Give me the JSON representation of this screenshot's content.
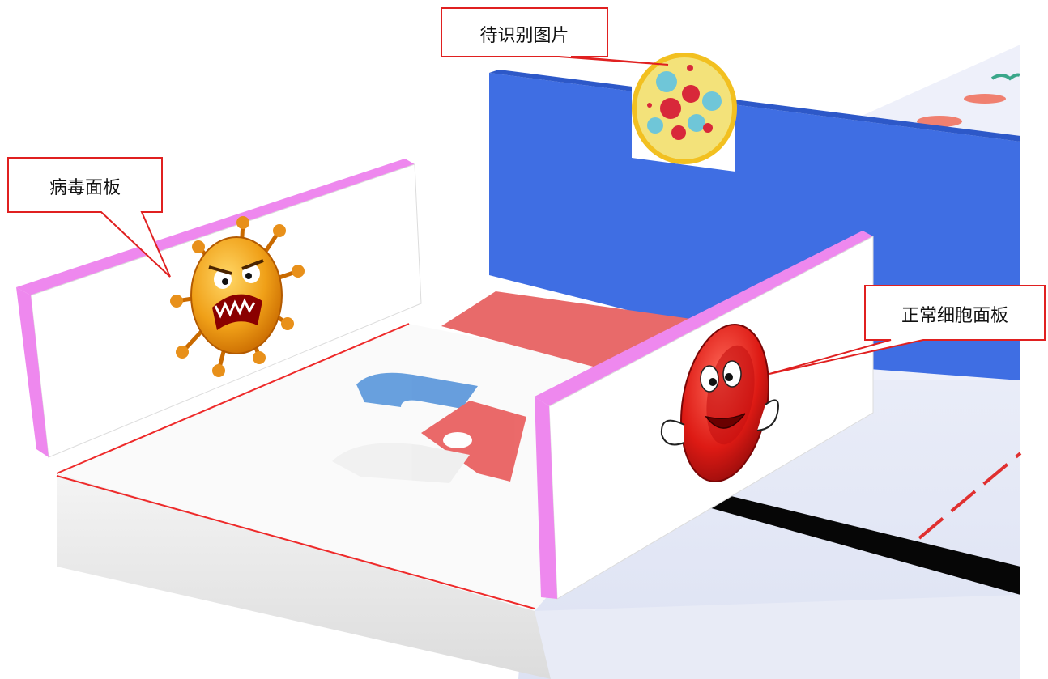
{
  "callouts": {
    "pending_image": "待识别图片",
    "virus_panel": "病毒面板",
    "normal_cell_panel": "正常细胞面板"
  },
  "colors": {
    "callout_border": "#e02020",
    "blue_wall": "#3f6ee3",
    "pink_edge": "#ee88ee",
    "red_zone": "#e86a6a",
    "virus_orange": "#f0a018",
    "cell_red": "#d81818",
    "floor": "#e2e6f6"
  },
  "icons": [
    "virus-icon",
    "red-blood-cell-icon",
    "pizza-cell-image-icon",
    "logo-icon"
  ]
}
